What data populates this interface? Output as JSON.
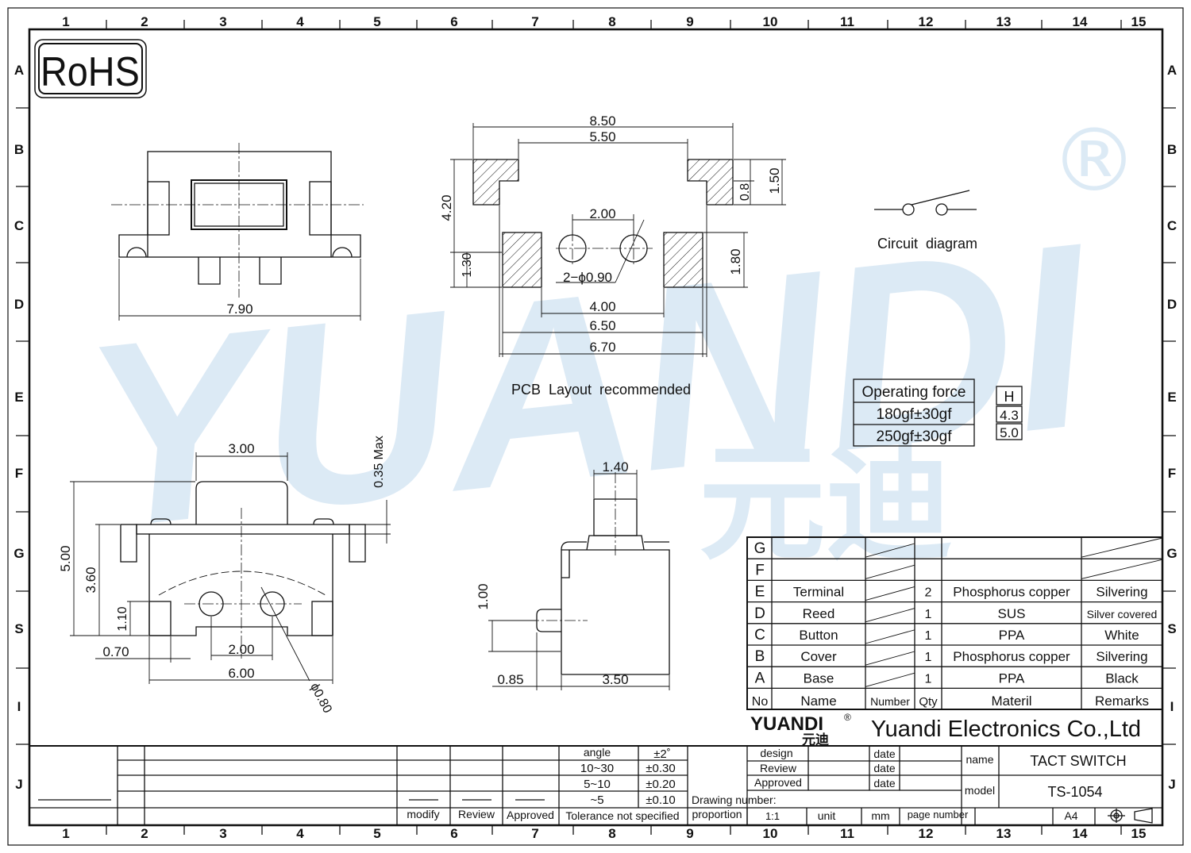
{
  "border": {
    "columns": [
      "1",
      "2",
      "3",
      "4",
      "5",
      "6",
      "7",
      "8",
      "9",
      "10",
      "11",
      "12",
      "13",
      "14",
      "15"
    ],
    "rows": [
      "A",
      "B",
      "C",
      "D",
      "E",
      "F",
      "G",
      "S",
      "I",
      "J"
    ]
  },
  "rohs_label": "RoHS",
  "watermark": {
    "text": "YUANDI",
    "cjk": "元迪",
    "reg": "®",
    "color": "#dbe9f5"
  },
  "top_view": {
    "width": "7.90"
  },
  "pcb_layout": {
    "caption": "PCB  Layout  recommended",
    "dims": {
      "overall": "8.50",
      "inner": "5.50",
      "height": "4.20",
      "tab": "0.8",
      "tab_total": "1.50",
      "hole_pitch": "2.00",
      "holes": "2−ϕ0.90",
      "pad_h": "1.30",
      "pad_w": "1.80",
      "pad_inner": "4.00",
      "pad_span": "6.50",
      "pad_outer": "6.70"
    }
  },
  "circuit": {
    "caption": "Circuit  diagram"
  },
  "force_table": {
    "header": "Operating force",
    "h_header": "H",
    "rows": [
      {
        "force": "180gf±30gf",
        "h": "4.3"
      },
      {
        "force": "250gf±30gf",
        "h": "5.0"
      }
    ]
  },
  "front_view": {
    "dims": {
      "top": "3.00",
      "max": "0.35 Max",
      "height": "5.00",
      "body": "3.60",
      "leg": "1.10",
      "offset": "0.70",
      "pitch": "2.00",
      "width": "6.00",
      "hole": "ϕ0.80"
    }
  },
  "side_view": {
    "dims": {
      "actuator": "1.40",
      "pin": "1.00",
      "pin_len": "0.85",
      "depth": "3.50"
    }
  },
  "bom": {
    "rows": [
      {
        "no": "G",
        "name": "",
        "qty": "",
        "material": "",
        "remark": ""
      },
      {
        "no": "F",
        "name": "",
        "qty": "",
        "material": "",
        "remark": ""
      },
      {
        "no": "E",
        "name": "Terminal",
        "qty": "2",
        "material": "Phosphorus copper",
        "remark": "Silvering"
      },
      {
        "no": "D",
        "name": "Reed",
        "qty": "1",
        "material": "SUS",
        "remark": "Silver covered"
      },
      {
        "no": "C",
        "name": "Button",
        "qty": "1",
        "material": "PPA",
        "remark": "White"
      },
      {
        "no": "B",
        "name": "Cover",
        "qty": "1",
        "material": "Phosphorus copper",
        "remark": "Silvering"
      },
      {
        "no": "A",
        "name": "Base",
        "qty": "1",
        "material": "PPA",
        "remark": "Black"
      }
    ],
    "header": {
      "no": "No",
      "name": "Name",
      "number": "Number",
      "qty": "Qty",
      "material": "Materil",
      "remark": "Remarks"
    }
  },
  "company": {
    "logo": "YUANDI",
    "logo_cjk": "元迪",
    "reg": "®",
    "name": "Yuandi Electronics Co.,Ltd"
  },
  "title_block": {
    "design": "design",
    "review": "Review",
    "approved": "Approved",
    "date": "date",
    "name_label": "name",
    "name_value": "TACT SWITCH",
    "model_label": "model",
    "model_value": "TS-1054",
    "drawing_number": "Drawing number:",
    "proportion": "proportion",
    "scale": "1:1",
    "unit": "unit",
    "unit_value": "mm",
    "page_number": "page number",
    "size": "A4"
  },
  "tolerance": {
    "angle_label": "angle",
    "angle_tol": "±2˚",
    "rows": [
      {
        "range": "10~30",
        "tol": "±0.30"
      },
      {
        "range": "5~10",
        "tol": "±0.20"
      },
      {
        "range": "~5",
        "tol": "±0.10"
      }
    ],
    "footer": "Tolerance not specified",
    "modify": "modify",
    "review": "Review",
    "approved": "Approved"
  }
}
